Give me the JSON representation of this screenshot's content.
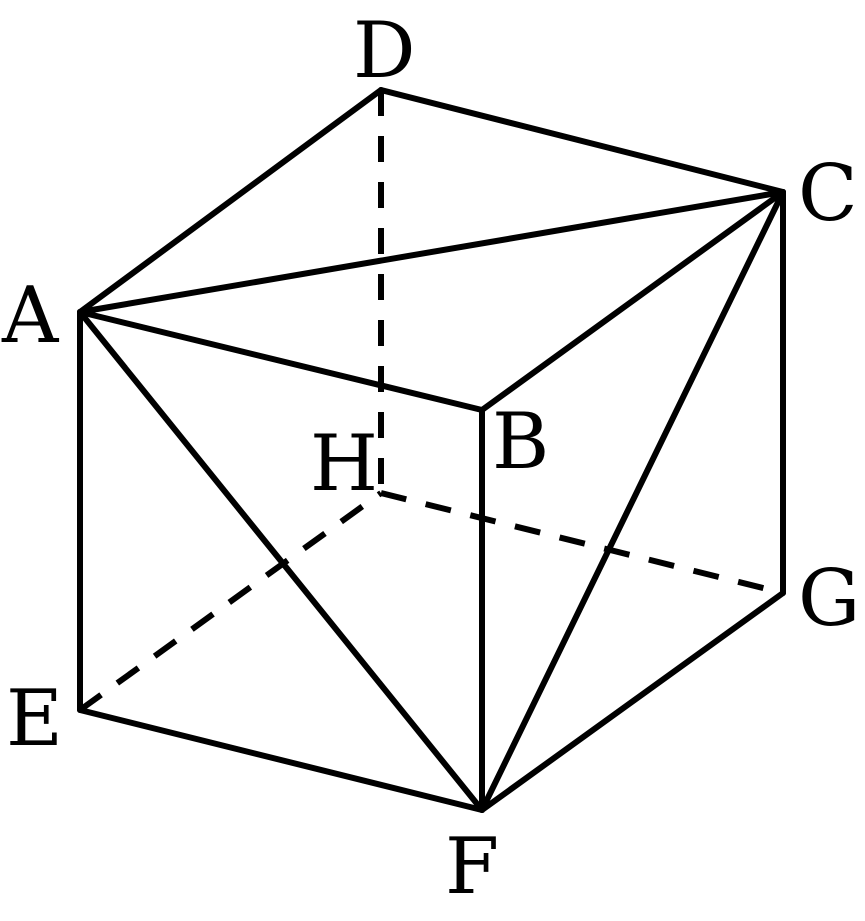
{
  "figure": {
    "vertices": {
      "A": "A",
      "B": "B",
      "C": "C",
      "D": "D",
      "E": "E",
      "F": "F",
      "G": "G",
      "H": "H"
    },
    "solid_edges": [
      "AD",
      "DC",
      "AB",
      "BC",
      "AC",
      "AE",
      "BF",
      "CG",
      "EF",
      "FG",
      "AF",
      "CF"
    ],
    "hidden_edges": [
      "DH",
      "EH",
      "HG"
    ]
  }
}
